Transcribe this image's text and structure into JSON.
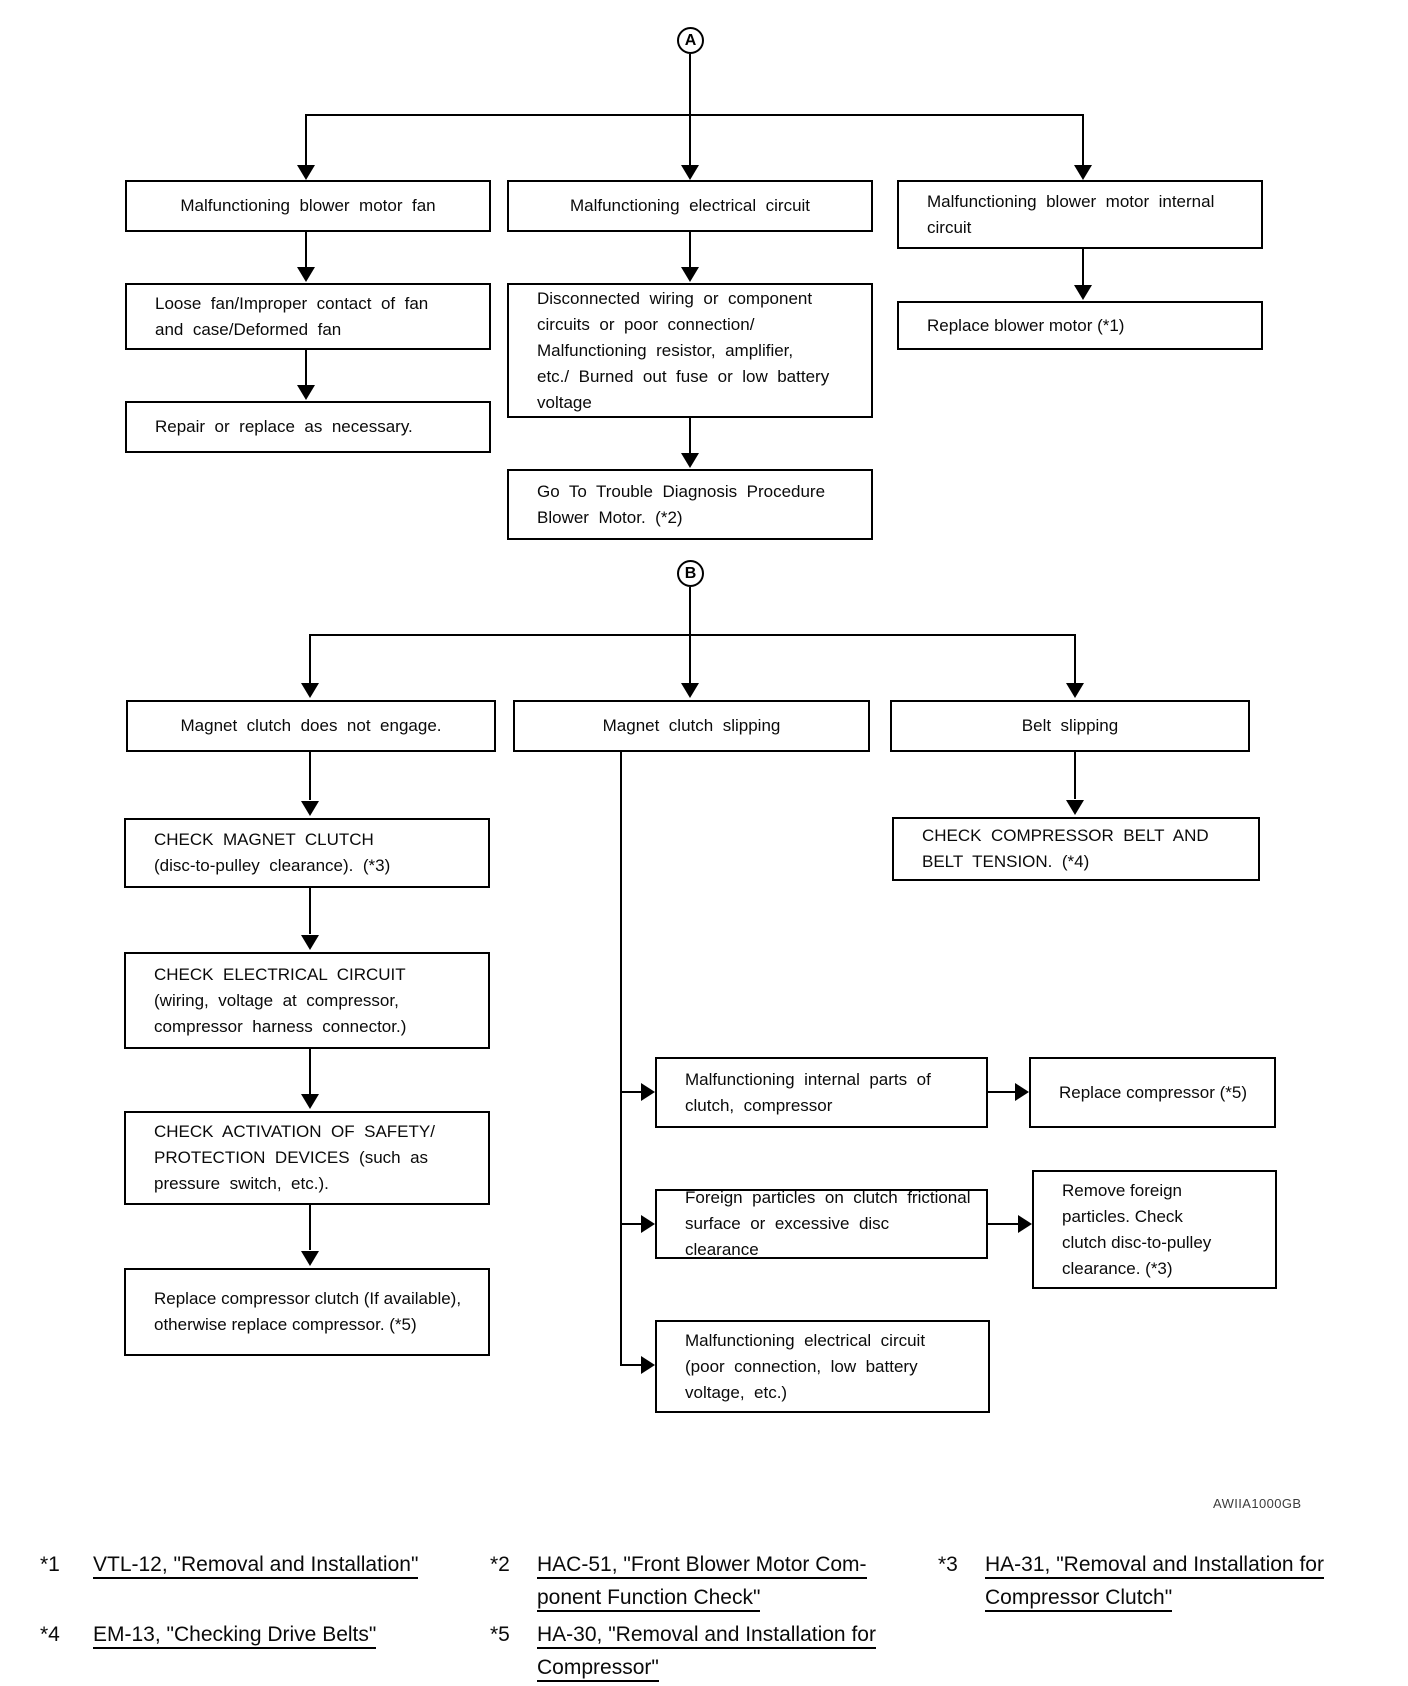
{
  "connectors": {
    "a": "A",
    "b": "B"
  },
  "watermark": "AWIIA1000GB",
  "boxes": {
    "blower_fan": "Malfunctioning blower motor fan",
    "electrical_circuit": "Malfunctioning electrical circuit",
    "blower_internal": "Malfunctioning blower motor internal\ncircuit",
    "loose_fan": "Loose fan/Improper contact of fan\nand case/Deformed fan",
    "repair_replace": "Repair or replace as necessary.",
    "disconnected_wiring": "Disconnected wiring or component\ncircuits or poor connection/\nMalfunctioning resistor, amplifier,\netc./ Burned out fuse or low battery\nvoltage",
    "goto_trouble_diagnosis": "Go To Trouble Diagnosis Procedure\nBlower Motor. (*2)",
    "replace_blower_motor": "Replace blower motor (*1)",
    "clutch_not_engage": "Magnet clutch does not engage.",
    "clutch_slipping": "Magnet clutch slipping",
    "belt_slipping": "Belt slipping",
    "check_magnet_clutch": "CHECK MAGNET CLUTCH\n(disc-to-pulley clearance). (*3)",
    "check_electrical_circuit": "CHECK ELECTRICAL CIRCUIT\n(wiring, voltage at compressor,\ncompressor harness connector.)",
    "check_safety_devices": "CHECK ACTIVATION OF SAFETY/\nPROTECTION DEVICES (such as\npressure switch, etc.).",
    "replace_compressor_clutch": "Replace compressor clutch (If available),\notherwise replace compressor. (*5)",
    "check_compressor_belt": "CHECK COMPRESSOR BELT AND\nBELT TENSION. (*4)",
    "internal_parts": "Malfunctioning internal parts of\nclutch, compressor",
    "replace_compressor": "Replace compressor (*5)",
    "foreign_particles": "Foreign particles on clutch frictional\nsurface or excessive disc clearance",
    "remove_foreign_particles": "Remove foreign\nparticles. Check\nclutch disc-to-pulley\nclearance. (*3)",
    "electrical_poor_connection": "Malfunctioning electrical circuit\n(poor connection, low battery\nvoltage, etc.)"
  },
  "footnotes": [
    {
      "marker": "*1",
      "lines": [
        "VTL-12, \"Removal and Installation\""
      ]
    },
    {
      "marker": "*2",
      "lines": [
        "HAC-51, \"Front Blower Motor Com-",
        "ponent Function Check\""
      ]
    },
    {
      "marker": "*3",
      "lines": [
        "HA-31, \"Removal and Installation for",
        "Compressor Clutch\""
      ]
    },
    {
      "marker": "*4",
      "lines": [
        "EM-13, \"Checking Drive Belts\""
      ]
    },
    {
      "marker": "*5",
      "lines": [
        "HA-30, \"Removal and Installation for",
        "Compressor\""
      ]
    }
  ]
}
